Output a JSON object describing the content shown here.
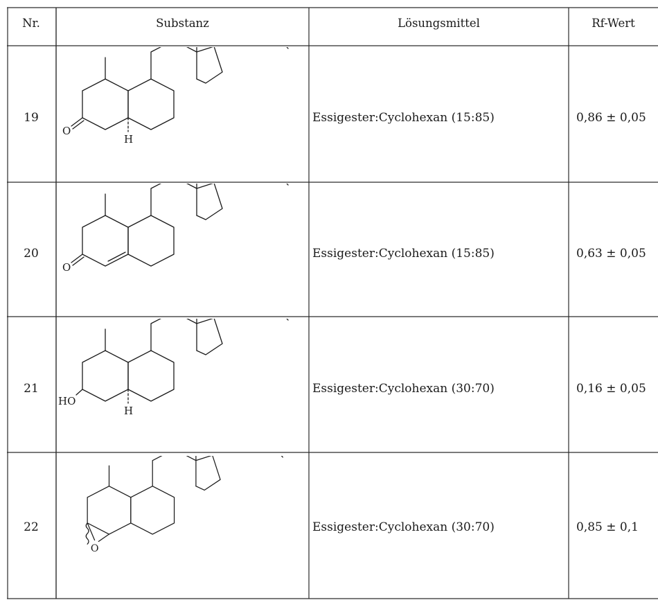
{
  "table": {
    "headers": {
      "nr": "Nr.",
      "substanz": "Substanz",
      "loesungsmittel": "Lösungsmittel",
      "rf": "Rf-Wert"
    },
    "rows": [
      {
        "nr": "19",
        "solvent": "Essigester:Cyclohexan (15:85)",
        "rf": "0,86 ± 0,05",
        "structure": {
          "ring_a_substituent": "O",
          "hydrogen_label": "H",
          "double_bond_c4_c5": false,
          "epoxide": false
        }
      },
      {
        "nr": "20",
        "solvent": "Essigester:Cyclohexan (15:85)",
        "rf": "0,63 ± 0,05",
        "structure": {
          "ring_a_substituent": "O",
          "hydrogen_label": "",
          "double_bond_c4_c5": true,
          "epoxide": false
        }
      },
      {
        "nr": "21",
        "solvent": "Essigester:Cyclohexan (30:70)",
        "rf": "0,16 ± 0,05",
        "structure": {
          "ring_a_substituent": "HO",
          "hydrogen_label": "H",
          "double_bond_c4_c5": false,
          "epoxide": false
        }
      },
      {
        "nr": "22",
        "solvent": "Essigester:Cyclohexan (30:70)",
        "rf": "0,85 ± 0,1",
        "structure": {
          "ring_a_substituent": "O",
          "hydrogen_label": "",
          "double_bond_c4_c5": false,
          "epoxide": true
        }
      }
    ]
  }
}
